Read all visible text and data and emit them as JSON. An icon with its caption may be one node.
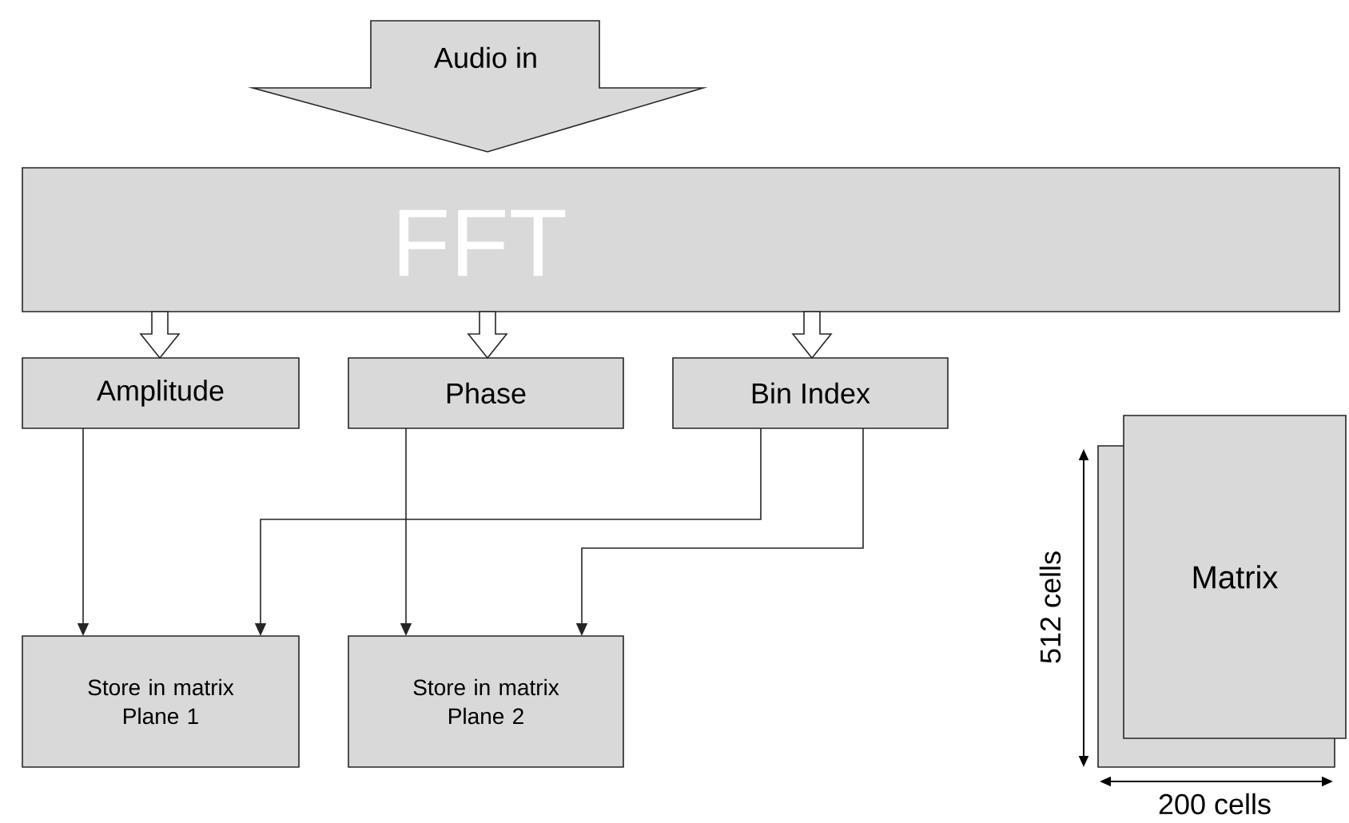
{
  "diagram": {
    "nodes": [
      {
        "text": [
          "Audio in"
        ]
      },
      {
        "text": [
          "FFT"
        ]
      },
      {
        "text": [
          "Amplitude"
        ]
      },
      {
        "text": [
          "Phase"
        ]
      },
      {
        "text": [
          "Bin Index"
        ]
      },
      {
        "text": [
          "Store in matrix Plane 1"
        ]
      },
      {
        "text": [
          "Store in matrix Plane 2"
        ]
      },
      {
        "text": [],
        "shape": "box"
      },
      {
        "text": [
          "Matrix"
        ]
      }
    ],
    "edges": [
      {
        "from": 1,
        "to": 2,
        "arrow": "to"
      },
      {
        "from": 1,
        "to": 3,
        "arrow": "to"
      },
      {
        "from": 1,
        "to": 4,
        "arrow": "to"
      },
      {
        "from": 2,
        "to": 5,
        "arrow": "to"
      },
      {
        "from": 3,
        "to": 6,
        "arrow": "to"
      },
      {
        "from": 4,
        "to": 5,
        "arrow": "to"
      },
      {
        "from": 4,
        "to": 6,
        "arrow": "to"
      }
    ],
    "labels": [
      "512 cells",
      "200 cells"
    ]
  }
}
